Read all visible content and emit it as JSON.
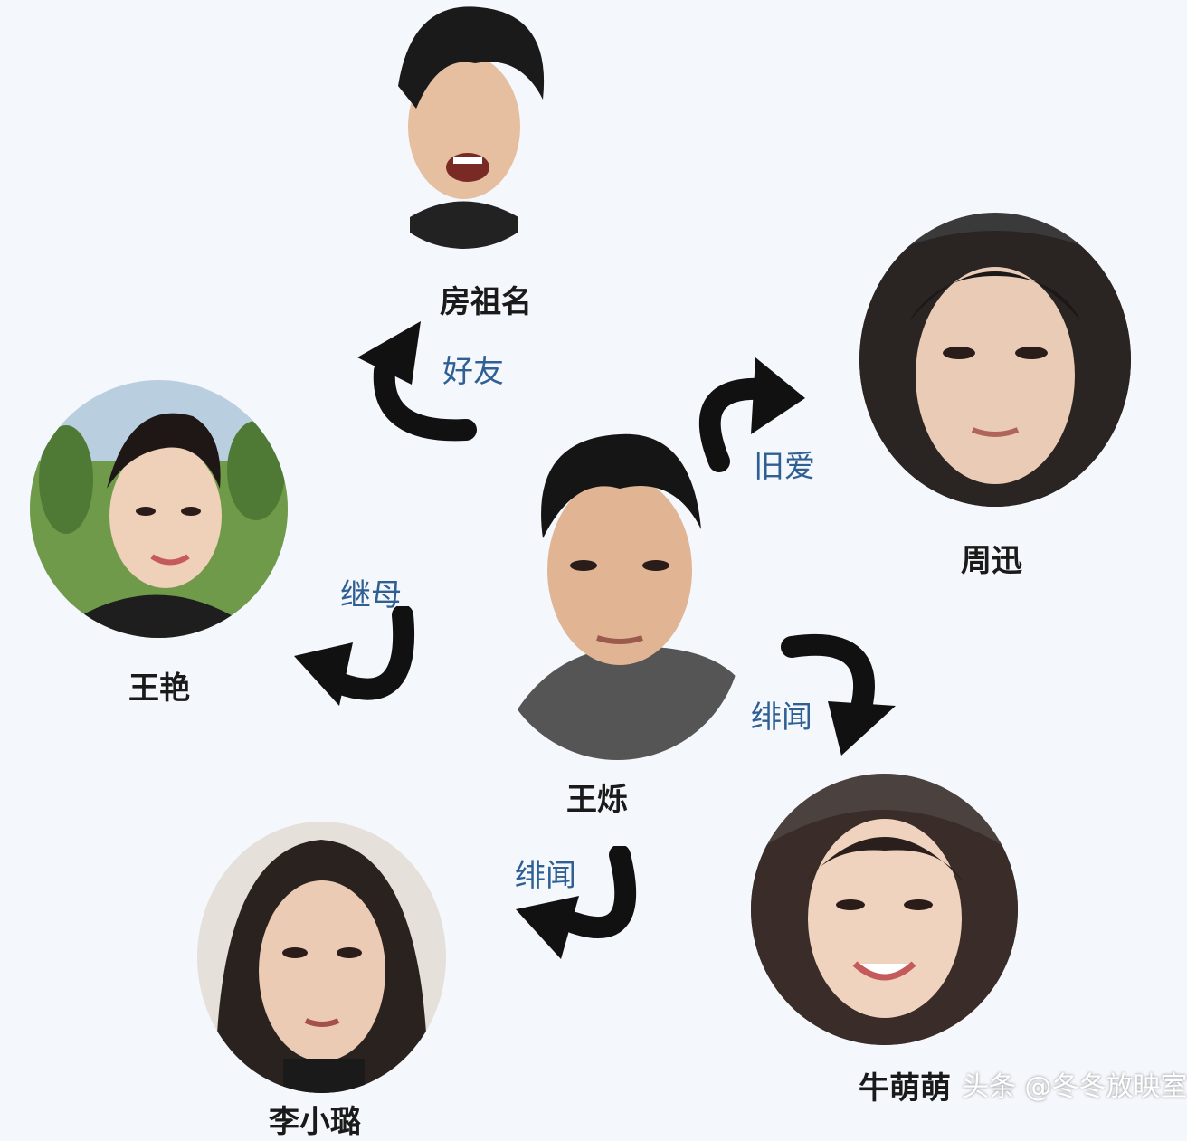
{
  "nodes": {
    "center": "王烁",
    "top": "房祖名",
    "right": "周迅",
    "left": "王艳",
    "bottom_right": "牛萌萌",
    "bottom_left": "李小璐"
  },
  "relations": {
    "top": "好友",
    "right": "旧爱",
    "left": "继母",
    "bottom_right": "绯闻",
    "bottom_left": "绯闻"
  },
  "watermark": "头条 @冬冬放映室",
  "colors": {
    "background": "#f4f7fb",
    "relation_text": "#2f5f93",
    "arrow": "#111111"
  }
}
